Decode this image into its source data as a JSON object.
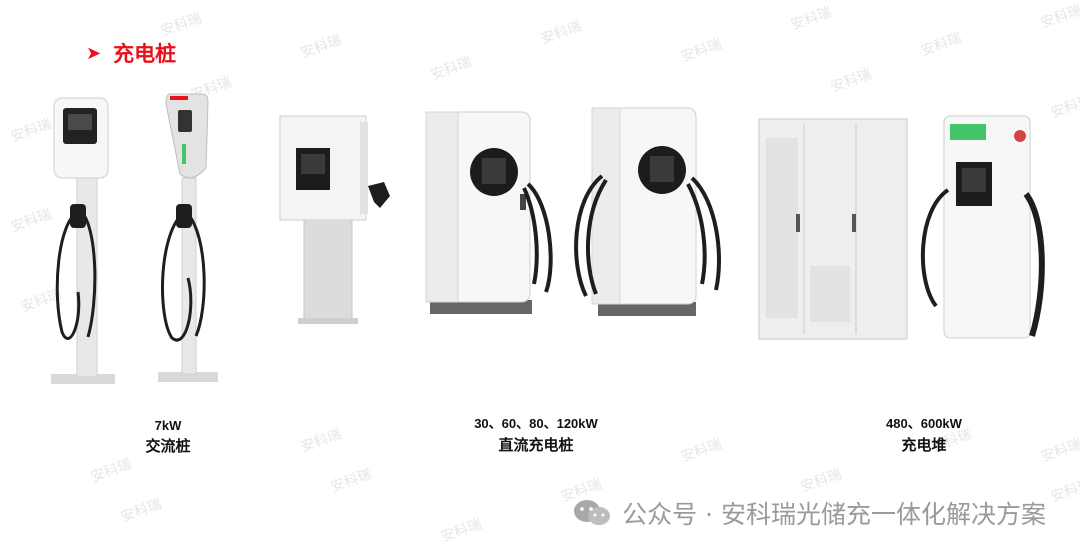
{
  "heading": {
    "arrow": "➤",
    "title": "充电桩"
  },
  "watermark_text": "安科瑞",
  "products": [
    {
      "spec": "7kW",
      "name": "交流桩"
    },
    {
      "spec": "30、60、80、120kW",
      "name": "直流充电桩"
    },
    {
      "spec": "480、600kW",
      "name": "充电堆"
    }
  ],
  "footer": {
    "text": "公众号 · 安科瑞光储充一体化解决方案",
    "icon": "wechat-icon"
  },
  "colors": {
    "accent": "#e8101a",
    "screen_ring": "#1c1c1c",
    "cabinet": "#f2f2f2"
  }
}
